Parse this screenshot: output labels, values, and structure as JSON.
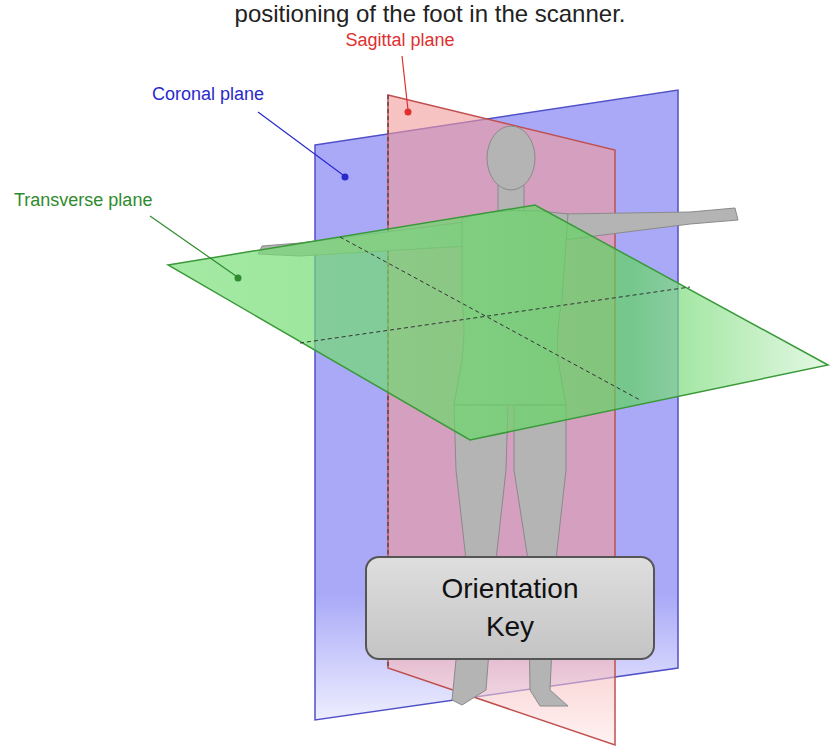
{
  "diagram": {
    "nodes": [
      {
        "text": [
          "Orientation Key"
        ]
      }
    ],
    "labels": [
      "positioning of the foot in the scanner.",
      "Sagittal plane",
      "Coronal plane",
      "Transverse plane"
    ]
  }
}
